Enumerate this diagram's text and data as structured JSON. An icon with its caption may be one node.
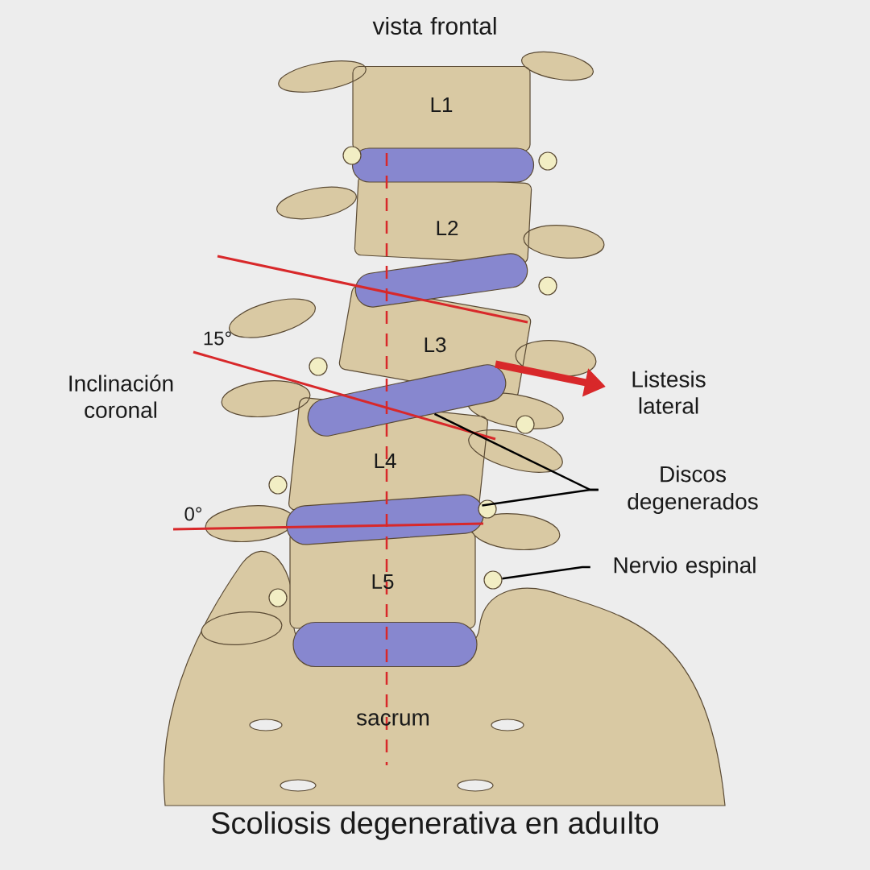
{
  "diagram": {
    "title": "Scoliosis degenerativa en aduılto",
    "nodes": [
      {
        "text": [
          "Discos degenerados"
        ]
      },
      {
        "text": [
          "Nervio espinal"
        ]
      },
      {
        "text": [],
        "shape": "disc"
      },
      {
        "text": [],
        "shape": "disc"
      },
      {
        "text": [],
        "shape": "disc"
      },
      {
        "text": [],
        "shape": "disc"
      },
      {
        "text": [],
        "shape": "disc"
      },
      {
        "text": [],
        "shape": "circle"
      },
      {
        "text": [],
        "shape": "circle"
      },
      {
        "text": [],
        "shape": "circle"
      },
      {
        "text": [],
        "shape": "circle"
      },
      {
        "text": [],
        "shape": "circle"
      },
      {
        "text": [],
        "shape": "circle"
      },
      {
        "text": [],
        "shape": "circle"
      },
      {
        "text": [],
        "shape": "circle"
      },
      {
        "text": [],
        "shape": "circle"
      }
    ],
    "edges": [
      {
        "from": 0,
        "to": 4,
        "arrow": "none"
      },
      {
        "from": 0,
        "to": 5,
        "arrow": "none"
      },
      {
        "from": 1,
        "to": 14,
        "arrow": "none"
      }
    ],
    "labels": [
      "vista frontal",
      "L1",
      "L2",
      "L3",
      "L4",
      "L5",
      "sacrum",
      "15°",
      "0°",
      "Inclinación coronal",
      "Listesis lateral"
    ]
  }
}
